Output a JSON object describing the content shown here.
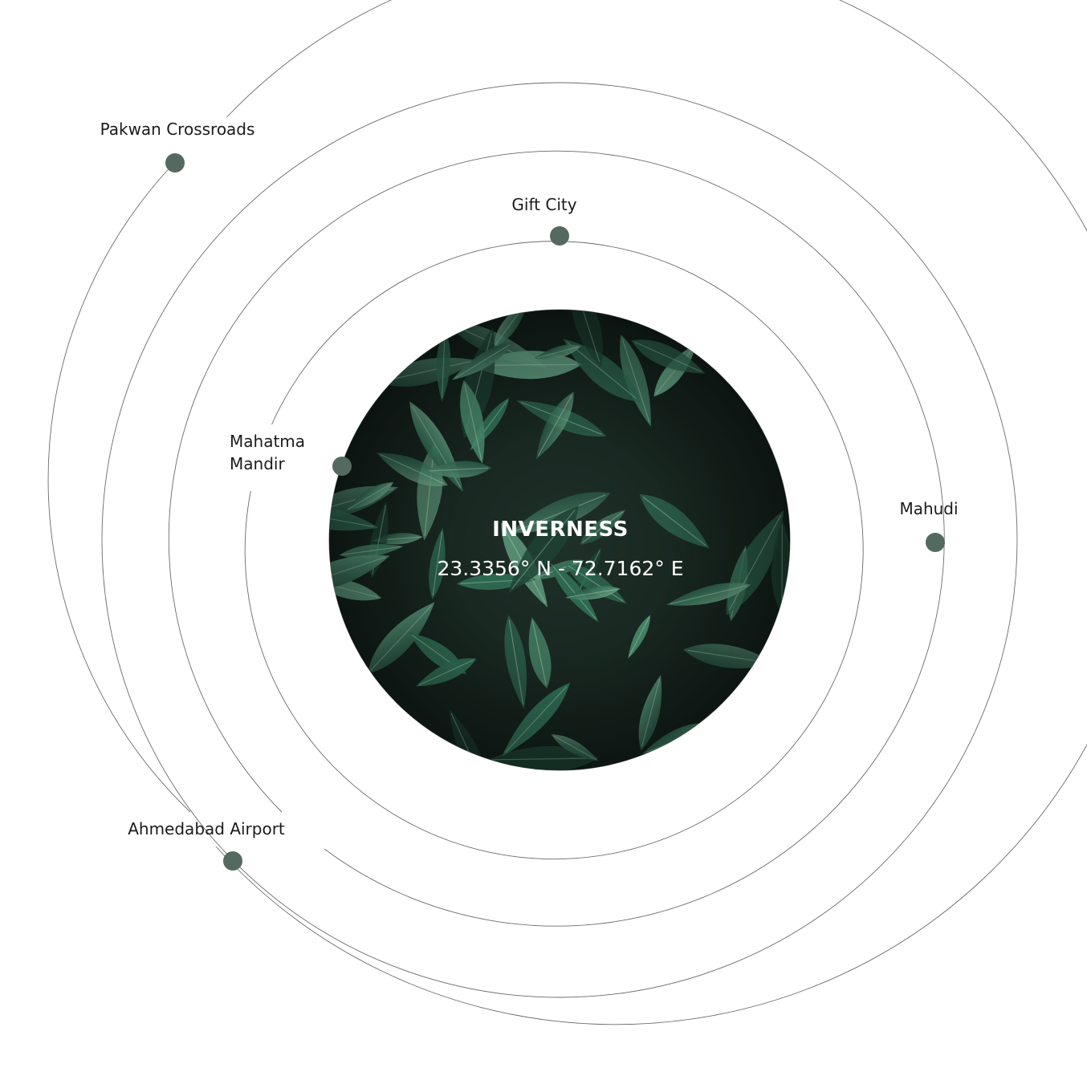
{
  "center": {
    "title": "INVERNESS",
    "coordinates": "23.3356° N - 72.7162° E",
    "image": "green-leaves-photo"
  },
  "locations": {
    "gift_city": "Gift City",
    "mahatma_mandir_line1": "Mahatma",
    "mahatma_mandir_line2": "Mandir",
    "mahudi": "Mahudi",
    "pakwan_crossroads": "Pakwan Crossroads",
    "ahmedabad_airport": "Ahmedabad Airport"
  },
  "colors": {
    "marker": "#546a60",
    "orbit_line": "#6b6b6b",
    "leaf_dark": "#15231d",
    "leaf_mid": "#3b7a60",
    "leaf_light": "#6fa58a"
  }
}
